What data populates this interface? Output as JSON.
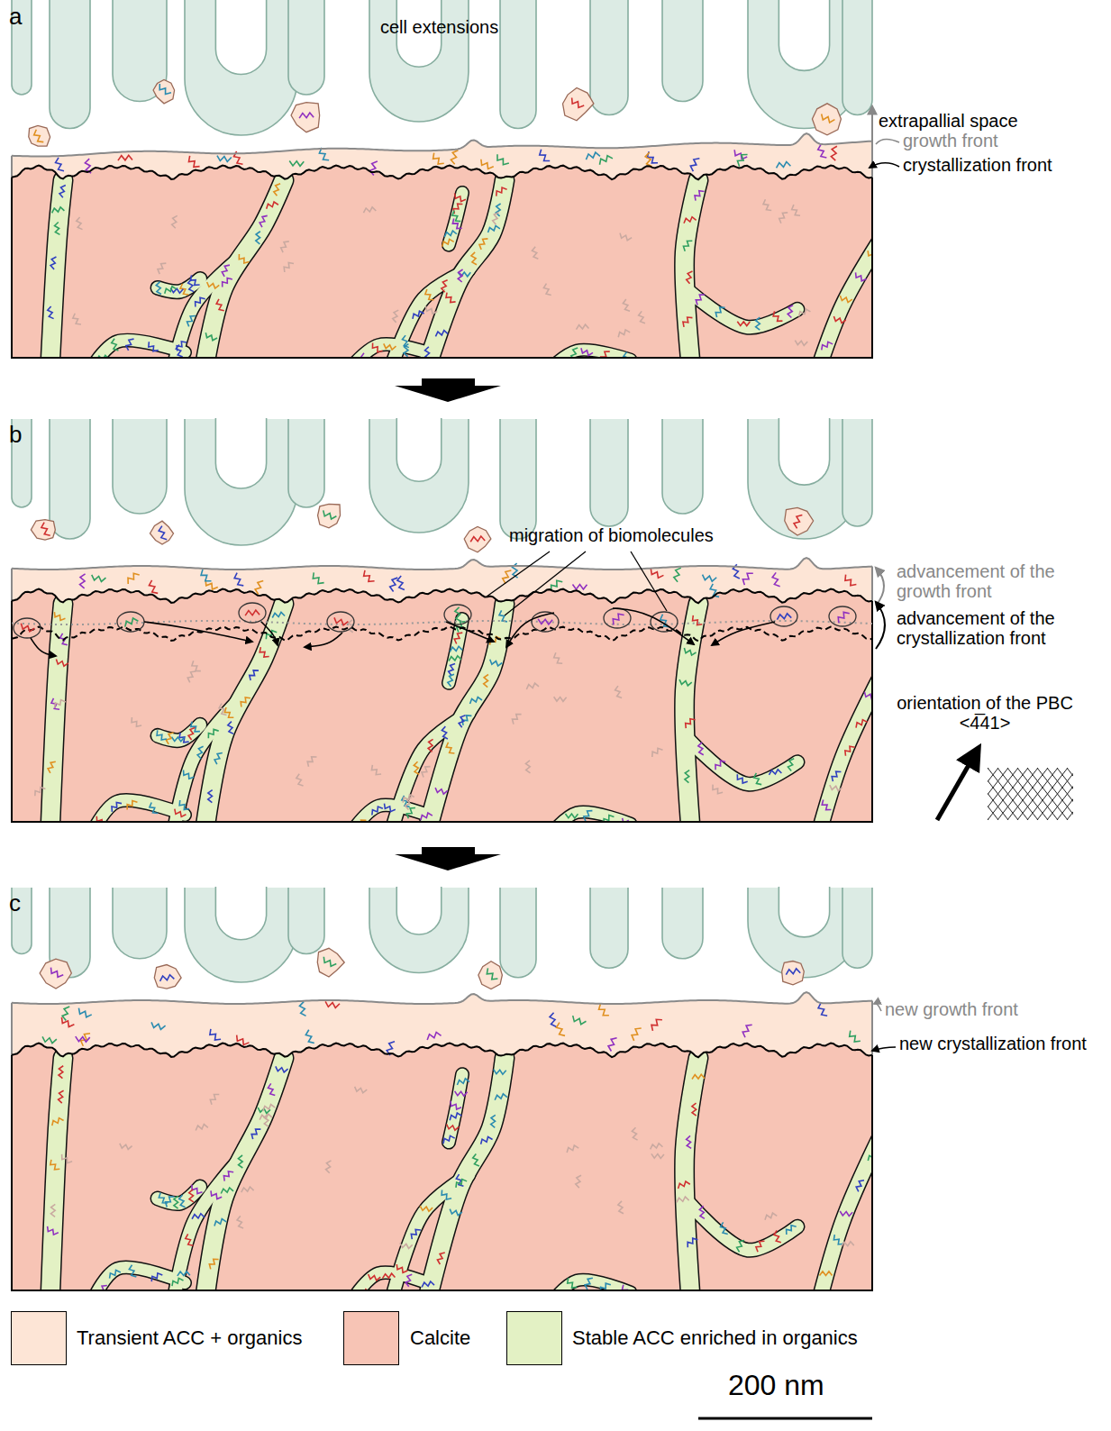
{
  "diagram": {
    "labels": [
      "a",
      "cell extensions",
      "extrapallial space",
      "growth front",
      "crystallization front",
      "b",
      "migration of biomolecules",
      "advancement of the growth front",
      "advancement of the crystallization front",
      "orientation of the PBC <4̅41>",
      "c",
      "new growth front",
      "new crystallization front",
      "200 nm"
    ],
    "legend": [
      {
        "text": "Transient ACC + organics",
        "color": "#fde5d6"
      },
      {
        "text": "Calcite",
        "color": "#f7c4b5"
      },
      {
        "text": "Stable ACC enriched in organics",
        "color": "#e3f1c4"
      }
    ]
  }
}
